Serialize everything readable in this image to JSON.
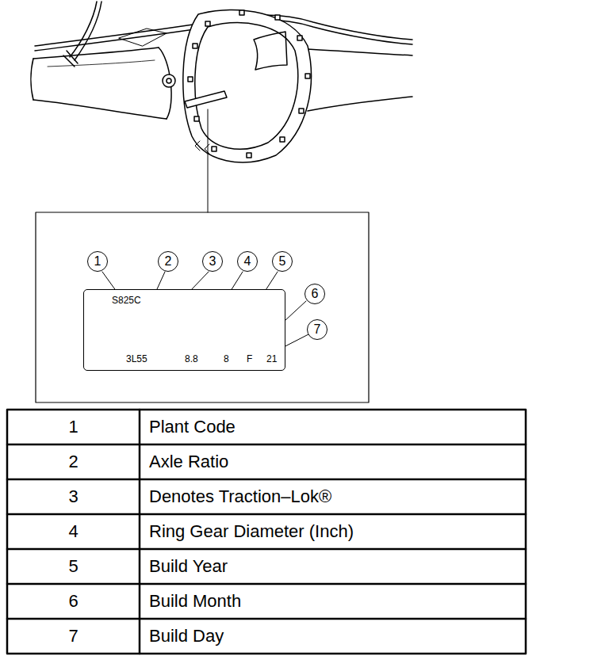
{
  "diagram": {
    "nodes": [
      {
        "text": [
          "S825C",
          "3L55",
          "8.8",
          "8",
          "F",
          "21"
        ]
      },
      {
        "text": [
          "1"
        ]
      },
      {
        "text": [
          "2"
        ]
      },
      {
        "text": [
          "3"
        ]
      },
      {
        "text": [
          "4"
        ]
      },
      {
        "text": [
          "5"
        ]
      },
      {
        "text": [
          "6"
        ]
      },
      {
        "text": [
          "7"
        ]
      }
    ],
    "labels": [
      "1",
      "Plant Code",
      "2",
      "Axle Ratio",
      "3",
      "Denotes Traction–Lok®",
      "4",
      "Ring Gear Diameter (Inch)",
      "5",
      "Build Year",
      "6",
      "Build Month",
      "7",
      "Build Day"
    ]
  }
}
